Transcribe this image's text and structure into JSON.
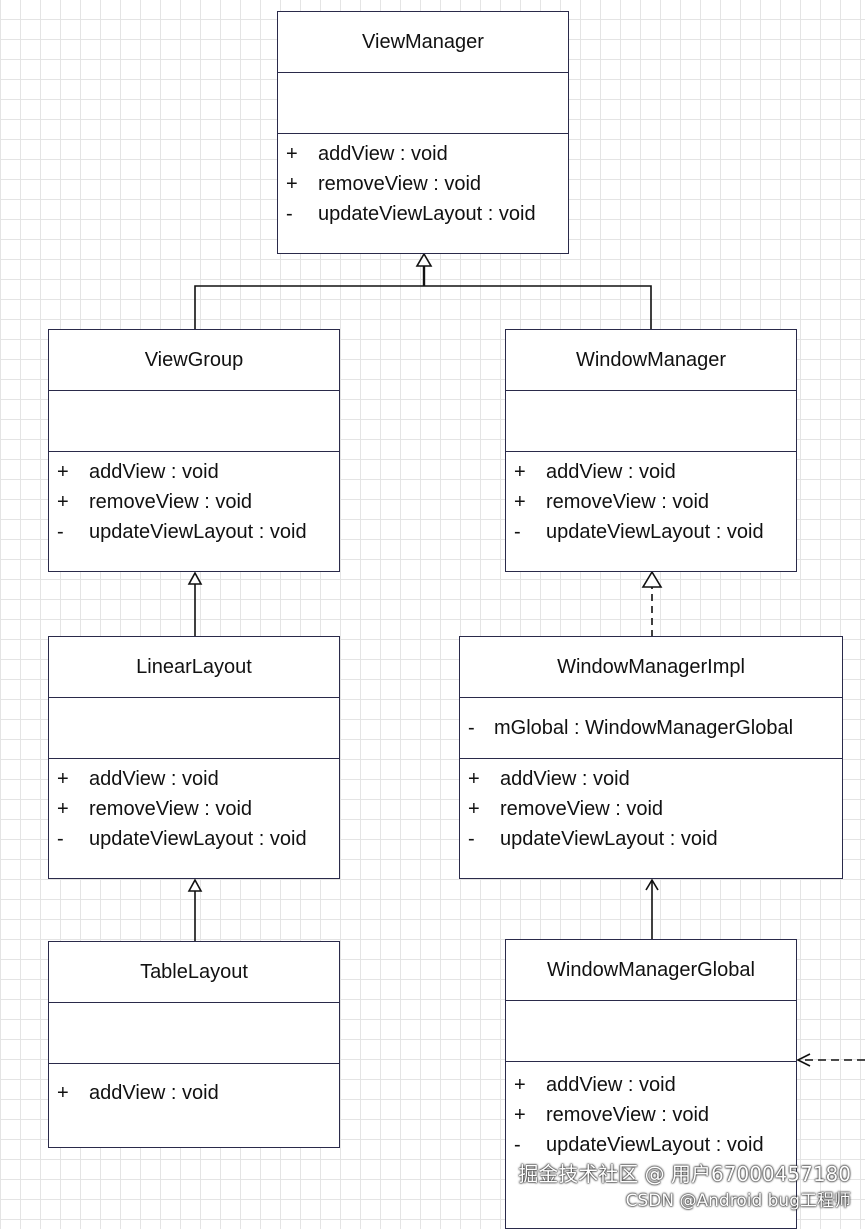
{
  "classes": [
    {
      "name": "ViewManager",
      "attributes": [],
      "operations": [
        {
          "visibility": "+",
          "text": "addView : void"
        },
        {
          "visibility": "+",
          "text": "removeView : void"
        },
        {
          "visibility": "-",
          "text": "updateViewLayout : void"
        }
      ]
    },
    {
      "name": "ViewGroup",
      "attributes": [],
      "operations": [
        {
          "visibility": "+",
          "text": "addView : void"
        },
        {
          "visibility": "+",
          "text": "removeView : void"
        },
        {
          "visibility": "-",
          "text": "updateViewLayout : void"
        }
      ]
    },
    {
      "name": "WindowManager",
      "attributes": [],
      "operations": [
        {
          "visibility": "+",
          "text": "addView : void"
        },
        {
          "visibility": "+",
          "text": "removeView : void"
        },
        {
          "visibility": "-",
          "text": "updateViewLayout : void"
        }
      ]
    },
    {
      "name": "LinearLayout",
      "attributes": [],
      "operations": [
        {
          "visibility": "+",
          "text": "addView : void"
        },
        {
          "visibility": "+",
          "text": "removeView : void"
        },
        {
          "visibility": "-",
          "text": "updateViewLayout : void"
        }
      ]
    },
    {
      "name": "WindowManagerImpl",
      "attributes": [
        {
          "visibility": "-",
          "text": "mGlobal : WindowManagerGlobal"
        }
      ],
      "operations": [
        {
          "visibility": "+",
          "text": "addView : void"
        },
        {
          "visibility": "+",
          "text": "removeView : void"
        },
        {
          "visibility": "-",
          "text": "updateViewLayout : void"
        }
      ]
    },
    {
      "name": "TableLayout",
      "attributes": [],
      "operations": [
        {
          "visibility": "+",
          "text": "addView : void"
        }
      ]
    },
    {
      "name": "WindowManagerGlobal",
      "attributes": [],
      "operations": [
        {
          "visibility": "+",
          "text": "addView : void"
        },
        {
          "visibility": "+",
          "text": "removeView : void"
        },
        {
          "visibility": "-",
          "text": "updateViewLayout : void"
        }
      ]
    }
  ],
  "relations": [
    {
      "from": "ViewGroup",
      "to": "ViewManager",
      "type": "generalization"
    },
    {
      "from": "WindowManager",
      "to": "ViewManager",
      "type": "generalization"
    },
    {
      "from": "LinearLayout",
      "to": "ViewGroup",
      "type": "generalization"
    },
    {
      "from": "TableLayout",
      "to": "LinearLayout",
      "type": "generalization"
    },
    {
      "from": "WindowManagerImpl",
      "to": "WindowManager",
      "type": "realization"
    },
    {
      "from": "WindowManagerGlobal",
      "to": "WindowManagerImpl",
      "type": "association"
    },
    {
      "from": "offscreen",
      "to": "WindowManagerGlobal",
      "type": "dependency"
    }
  ],
  "watermark": {
    "line1": "掘金技术社区 @ 用户67000457180",
    "line2": "CSDN @Android bug工程师"
  },
  "colors": {
    "stroke": "#2a2a4a",
    "grid": "#e4e4e4",
    "background": "#ffffff"
  }
}
